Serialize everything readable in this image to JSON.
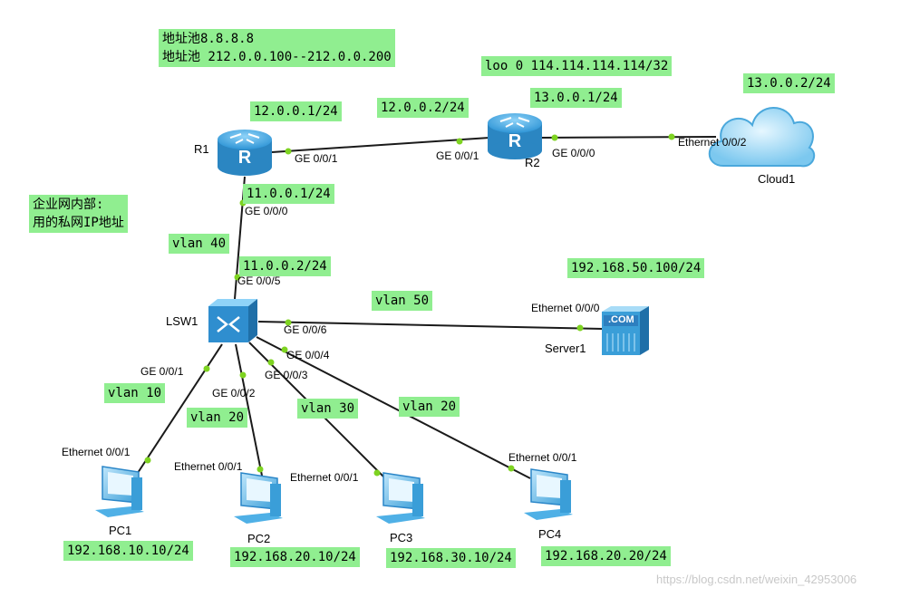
{
  "notes": {
    "nat_pool_1": "地址池8.8.8.8",
    "nat_pool_2": "地址池 212.0.0.100--212.0.0.200",
    "enterprise_1": "企业网内部:",
    "enterprise_2": "用的私网IP地址",
    "r2_loopback": "loo 0 114.114.114.114/32",
    "r1_ip_12": "12.0.0.1/24",
    "r2_ip_12": "12.0.0.2/24",
    "r2_ip_13": "13.0.0.1/24",
    "cloud_ip": "13.0.0.2/24",
    "r1_ip_11": "11.0.0.1/24",
    "lsw_ip_11": "11.0.0.2/24",
    "vlan40": "vlan 40",
    "vlan50": "vlan 50",
    "server_ip": "192.168.50.100/24",
    "vlan10": "vlan 10",
    "vlan20_a": "vlan 20",
    "vlan30": "vlan 30",
    "vlan20_b": "vlan 20",
    "pc1_ip": "192.168.10.10/24",
    "pc2_ip": "192.168.20.10/24",
    "pc3_ip": "192.168.30.10/24",
    "pc4_ip": "192.168.20.20/24"
  },
  "devices": {
    "r1": "R1",
    "r2": "R2",
    "cloud1": "Cloud1",
    "lsw1": "LSW1",
    "server1": "Server1",
    "pc1": "PC1",
    "pc2": "PC2",
    "pc3": "PC3",
    "pc4": "PC4",
    "server_badge": ".COM"
  },
  "ports": {
    "r1_ge001": "GE 0/0/1",
    "r2_ge001": "GE 0/0/1",
    "r2_ge000": "GE 0/0/0",
    "cloud_eth": "Ethernet 0/0/2",
    "r1_ge000": "GE 0/0/0",
    "lsw_ge005": "GE 0/0/5",
    "lsw_ge006": "GE 0/0/6",
    "server_eth": "Ethernet 0/0/0",
    "lsw_ge004": "GE 0/0/4",
    "lsw_ge001": "GE 0/0/1",
    "lsw_ge002": "GE 0/0/2",
    "lsw_ge003": "GE 0/0/3",
    "pc1_eth": "Ethernet 0/0/1",
    "pc2_eth": "Ethernet 0/0/1",
    "pc3_eth": "Ethernet 0/0/1",
    "pc4_eth": "Ethernet 0/0/1"
  },
  "watermark": "https://blog.csdn.net/weixin_42953006",
  "colors": {
    "note_bg": "#90ee90",
    "port_dot": "#7ed321",
    "router": "#3ca6e0",
    "link": "#1a1a1a"
  }
}
